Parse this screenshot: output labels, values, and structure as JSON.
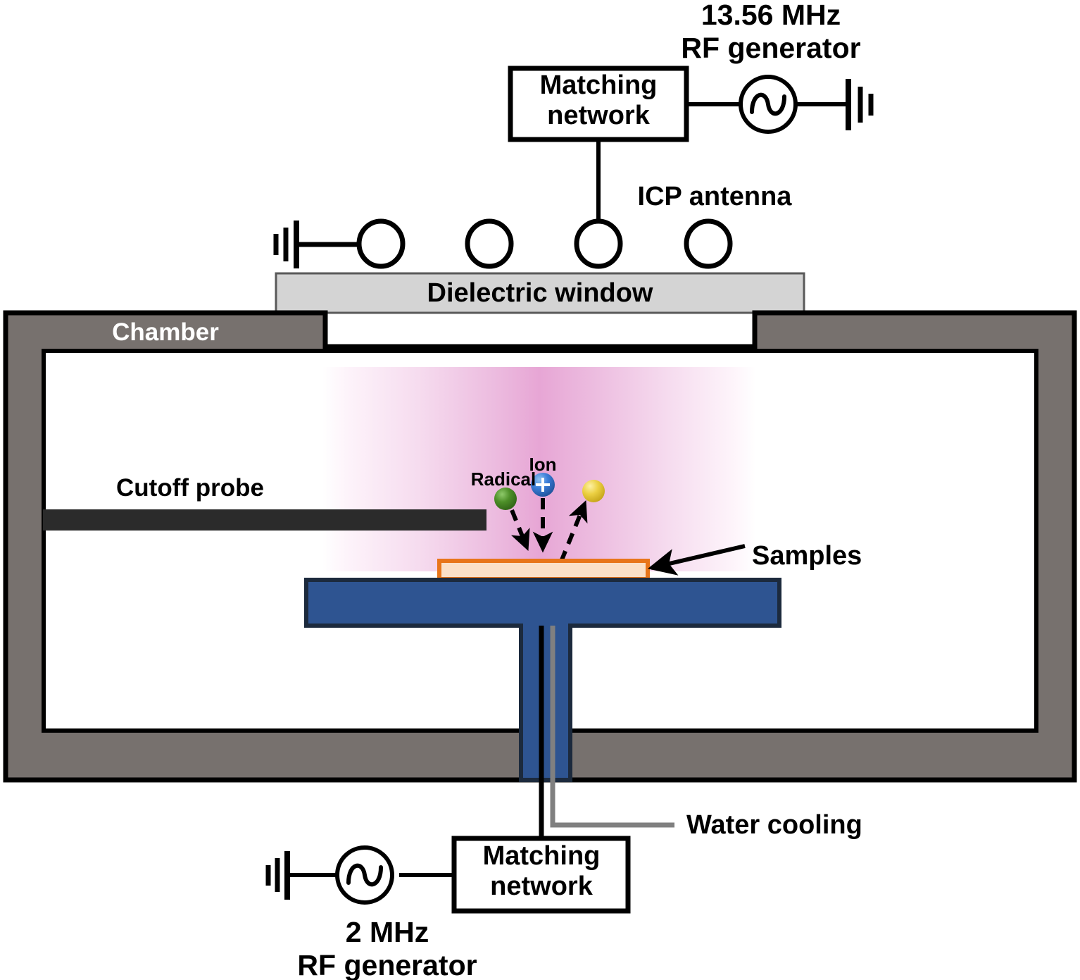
{
  "diagram": {
    "title": "ICP plasma etching chamber schematic",
    "top_source": {
      "generator_label": "13.56 MHz\nRF generator",
      "generator_frequency": "13.56 MHz",
      "generator_name": "RF generator",
      "matching_network_label": "Matching\nnetwork",
      "source_icon": "sine-source-icon",
      "ground_icon": "ground-icon"
    },
    "antenna": {
      "label": "ICP antenna",
      "coil_count": 4,
      "coil_icon": "coil-loop-icon",
      "ground_icon": "ground-icon"
    },
    "dielectric_window": {
      "label": "Dielectric window",
      "fill_color": "#d4d4d4",
      "stroke_color": "#595959"
    },
    "chamber": {
      "label": "Chamber",
      "wall_color": "#77716e",
      "wall_stroke": "#000000",
      "interior_color": "#ffffff"
    },
    "probe": {
      "label": "Cutoff probe",
      "bar_color": "#2b2b2b"
    },
    "plasma": {
      "center_color": "#e7a6d5",
      "edge_color": "#ffffff",
      "species": [
        {
          "name": "Radical",
          "label": "Radical",
          "color": "#3f7d23",
          "icon": "radical-particle-icon"
        },
        {
          "name": "Ion",
          "label": "Ion",
          "color": "#3b7dd8",
          "charge_symbol": "+",
          "icon": "ion-particle-icon"
        },
        {
          "name": "Byproduct",
          "label": "",
          "color": "#e8c83c",
          "icon": "byproduct-particle-icon"
        }
      ],
      "arrow_style": "dashed"
    },
    "samples": {
      "label": "Samples",
      "fill_color": "#fbe0c8",
      "border_color": "#e8751a",
      "arrow_icon": "pointer-arrow-icon"
    },
    "electrode": {
      "fill_color": "#2e5491",
      "stroke_color": "#1c2a3d"
    },
    "water_cooling": {
      "label": "Water cooling",
      "line_color": "#808080"
    },
    "bottom_source": {
      "matching_network_label": "Matching\nnetwork",
      "generator_label": "2 MHz\nRF generator",
      "generator_frequency": "2 MHz",
      "generator_name": "RF generator",
      "source_icon": "sine-source-icon",
      "ground_icon": "ground-icon"
    }
  }
}
